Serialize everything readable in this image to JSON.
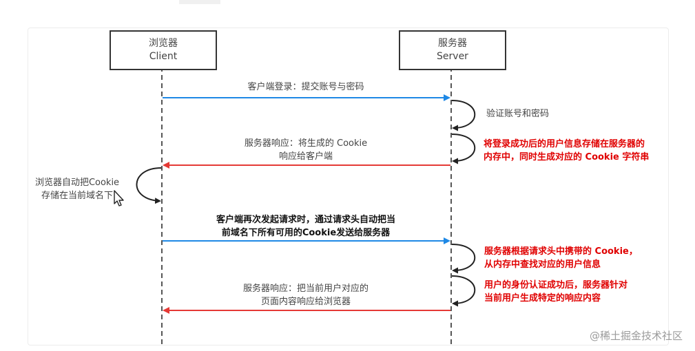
{
  "actors": {
    "client": {
      "title": "浏览器",
      "subtitle": "Client"
    },
    "server": {
      "title": "服务器",
      "subtitle": "Server"
    }
  },
  "messages": [
    {
      "lines": [
        "客户端登录：提交账号与密码"
      ],
      "direction": "to-server",
      "color": "#1e88e5"
    },
    {
      "lines": [
        "服务器响应：将生成的 Cookie",
        "响应给客户端"
      ],
      "direction": "to-client",
      "color": "#e53935"
    },
    {
      "lines": [
        "客户端再次发起请求时，通过请求头自动把当",
        "前域名下所有可用的Cookie发送给服务器"
      ],
      "direction": "to-server",
      "color": "#1e88e5"
    },
    {
      "lines": [
        "服务器响应：把当前用户对应的",
        "页面内容响应给浏览器"
      ],
      "direction": "to-client",
      "color": "#e53935"
    }
  ],
  "notes": {
    "server_verify": [
      "验证账号和密码"
    ],
    "server_store": [
      "将登录成功后的用户信息存储在服务器的",
      "内存中，同时生成对应的 Cookie 字符串"
    ],
    "client_store": [
      "浏览器自动把Cookie",
      "存储在当前域名下"
    ],
    "server_lookup": [
      "服务器根据请求头中携带的 Cookie，",
      "从内存中查找对应的用户信息"
    ],
    "server_respond": [
      "用户的身份认证成功后，服务器针对",
      "当前用户生成特定的响应内容"
    ]
  },
  "watermark": "@稀土掘金技术社区",
  "colors": {
    "request": "#1e88e5",
    "response": "#e53935",
    "note_red": "#e00000",
    "lifeline": "#555555"
  },
  "icons": {
    "cursor": "mouse-pointer-icon"
  }
}
